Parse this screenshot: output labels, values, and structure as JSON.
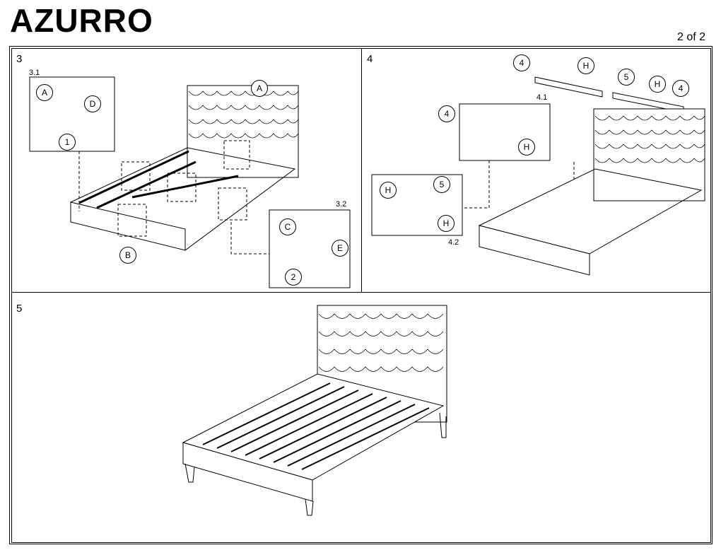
{
  "header": {
    "title": "AZURRO",
    "page": "2 of 2"
  },
  "steps": [
    {
      "number": "3",
      "subs": [
        "3.1",
        "3.2"
      ],
      "callouts": [
        "A",
        "D",
        "1",
        "A",
        "B",
        "C",
        "E",
        "2"
      ]
    },
    {
      "number": "4",
      "subs": [
        "4.1",
        "4.2"
      ],
      "callouts": [
        "4",
        "H",
        "5",
        "H",
        "4",
        "4",
        "H",
        "H",
        "5",
        "H"
      ]
    },
    {
      "number": "5"
    }
  ]
}
